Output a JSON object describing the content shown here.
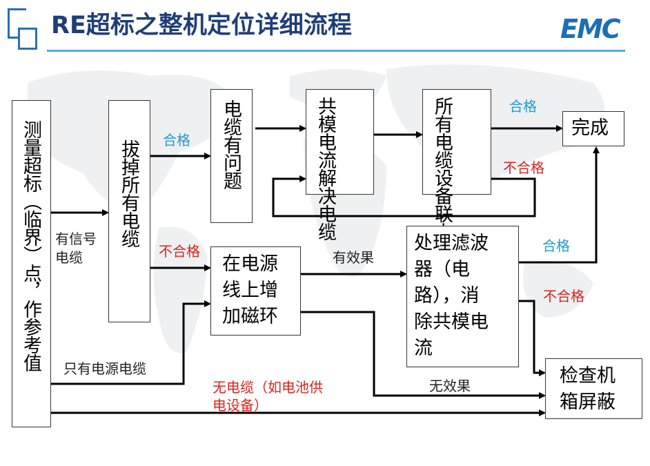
{
  "slide": {
    "title": "RE超标之整机定位详细流程",
    "logo_text": "EMC",
    "accent_color": "#1f3e78",
    "logo_color": "#1d6eb8"
  },
  "nodes": {
    "measure": "测量超标（临界）点，作参考值",
    "unplug": "拔掉所有电缆",
    "cable_problem": "电缆有问题",
    "solve_cm": "共模电流解决电缆",
    "all_cables": "所有电缆设备联上",
    "done": "完成",
    "ferrite_l1": "在电源",
    "ferrite_l2": "线上增",
    "ferrite_l3": "加磁环",
    "filter_l1": "处理滤波",
    "filter_l2": "器（电",
    "filter_l3": "路），消",
    "filter_l4": "除共模电",
    "filter_l5": "流",
    "check_l1": "检查机",
    "check_l2": "箱屏蔽"
  },
  "edge_labels": {
    "has_signal_1": "有信号",
    "has_signal_2": "电缆",
    "pass_1": "合格",
    "pass_2": "合格",
    "pass_3": "合格",
    "fail_1": "不合格",
    "fail_2": "不合格",
    "fail_3": "不合格",
    "effective": "有效果",
    "ineffective": "无效果",
    "power_only": "只有电源电缆",
    "no_cable_1": "无电缆（如电池供",
    "no_cable_2": "电设备）"
  },
  "colors": {
    "pass": "#1f9bd0",
    "fail": "#e0201b"
  }
}
